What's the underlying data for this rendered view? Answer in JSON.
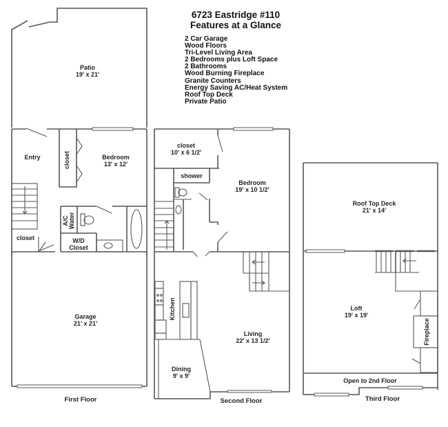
{
  "header": {
    "title_line1": "6723 Eastridge #110",
    "title_line2": "Features at a Glance"
  },
  "features": [
    "2 Car Garage",
    "Wood Floors",
    "Tri-Level Living Area",
    "2 Bedrooms plus Loft Space",
    "2 Bathrooms",
    "Wood Burning Fireplace",
    "Granite Counters",
    "Energy Saving AC/Heat System",
    "Roof Top Deck",
    "Private Patio"
  ],
  "floors": {
    "first": {
      "label": "First Floor",
      "rooms": {
        "patio": {
          "name": "Patio",
          "size": "19' x 21'"
        },
        "entry": {
          "name": "Entry"
        },
        "closet_vertical": {
          "name": "closet"
        },
        "bedroom": {
          "name": "Bedroom",
          "size": "13' x 12'"
        },
        "ac_water": {
          "name": "A/C Water"
        },
        "closet": {
          "name": "closet"
        },
        "wd_closet_l1": {
          "name": "W/D"
        },
        "wd_closet_l2": {
          "name": "Closet"
        },
        "garage": {
          "name": "Garage",
          "size": "21' x 21'"
        }
      }
    },
    "second": {
      "label": "Second Floor",
      "rooms": {
        "closet": {
          "name": "closet",
          "size": "10' x 6 1/2'"
        },
        "shower": {
          "name": "shower"
        },
        "bedroom": {
          "name": "Bedroom",
          "size": "19' x 10 1/2'"
        },
        "kitchen": {
          "name": "Kitchen"
        },
        "living": {
          "name": "Living",
          "size": "22' x 13 1/2'"
        },
        "dining": {
          "name": "Dining",
          "size": "9' x 9'"
        }
      }
    },
    "third": {
      "label": "Third Floor",
      "rooms": {
        "roof_deck": {
          "name": "Roof Top Deck",
          "size": "21' x 14'"
        },
        "loft": {
          "name": "Loft",
          "size": "19' x 19'"
        },
        "fireplace": {
          "name": "Fireplace"
        },
        "open_to_2nd": {
          "name": "Open to 2nd Floor"
        }
      }
    }
  },
  "colors": {
    "wall": "#555555",
    "text": "#222222",
    "background": "#ffffff"
  }
}
